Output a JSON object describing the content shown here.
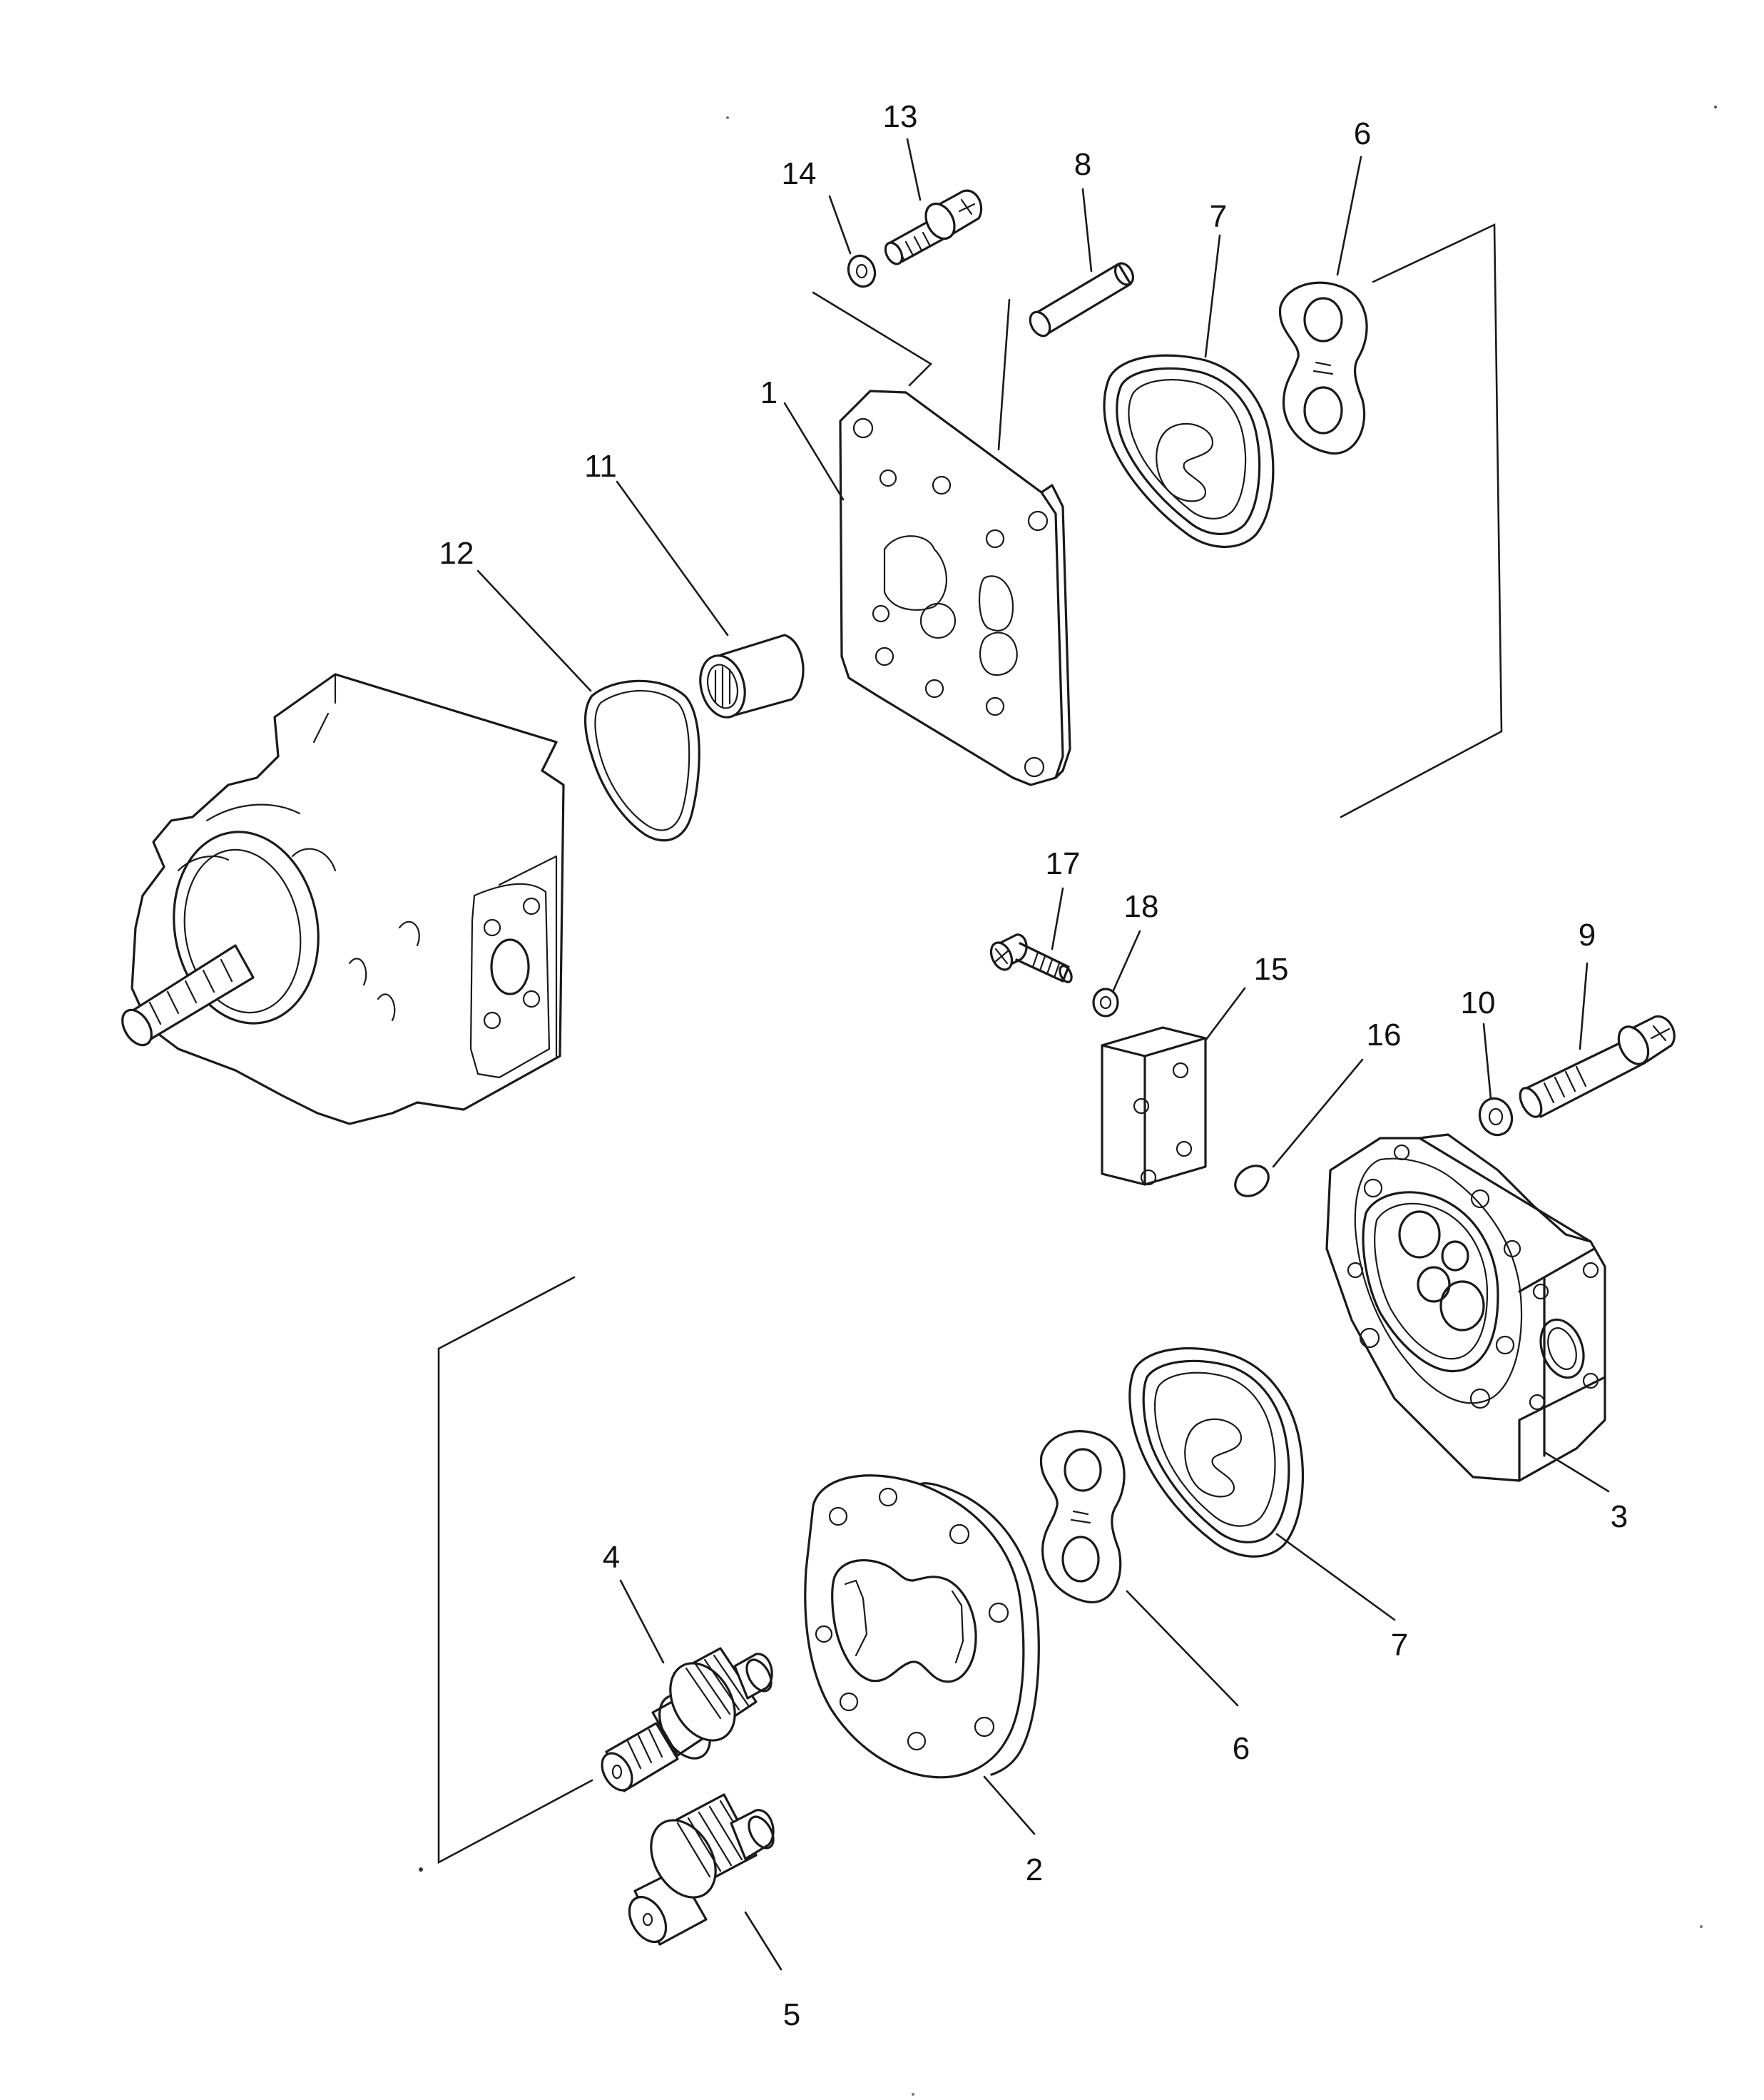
{
  "diagram": {
    "part_numbers": [
      "1",
      "2",
      "3",
      "4",
      "5",
      "6",
      "6",
      "7",
      "7",
      "8",
      "9",
      "10",
      "11",
      "12",
      "13",
      "14",
      "15",
      "16",
      "17",
      "18"
    ]
  },
  "colors": {
    "ink": "#1a1a1a",
    "background": "#ffffff"
  }
}
